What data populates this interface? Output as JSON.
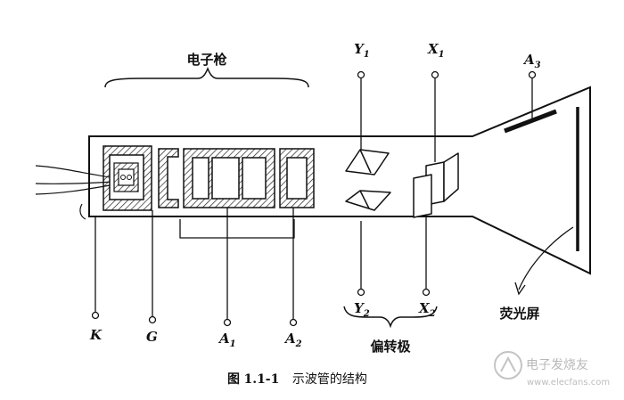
{
  "diagram": {
    "gun_label": "电子枪",
    "deflector_label": "偏转极",
    "screen_label": "荧光屏",
    "caption_prefix": "图",
    "caption_number": "1.1-1",
    "caption_text": "示波管的结构",
    "electrodes": [
      {
        "id": "K",
        "letter": "K",
        "sub": ""
      },
      {
        "id": "G",
        "letter": "G",
        "sub": ""
      },
      {
        "id": "A1",
        "letter": "A",
        "sub": "1"
      },
      {
        "id": "A2",
        "letter": "A",
        "sub": "2"
      },
      {
        "id": "Y1",
        "letter": "Y",
        "sub": "1"
      },
      {
        "id": "X1",
        "letter": "X",
        "sub": "1"
      },
      {
        "id": "A3",
        "letter": "A",
        "sub": "3"
      },
      {
        "id": "Y2",
        "letter": "Y",
        "sub": "2"
      },
      {
        "id": "X2",
        "letter": "X",
        "sub": "2"
      }
    ]
  },
  "watermark": {
    "name": "电子发烧友",
    "url": "www.elecfans.com"
  }
}
